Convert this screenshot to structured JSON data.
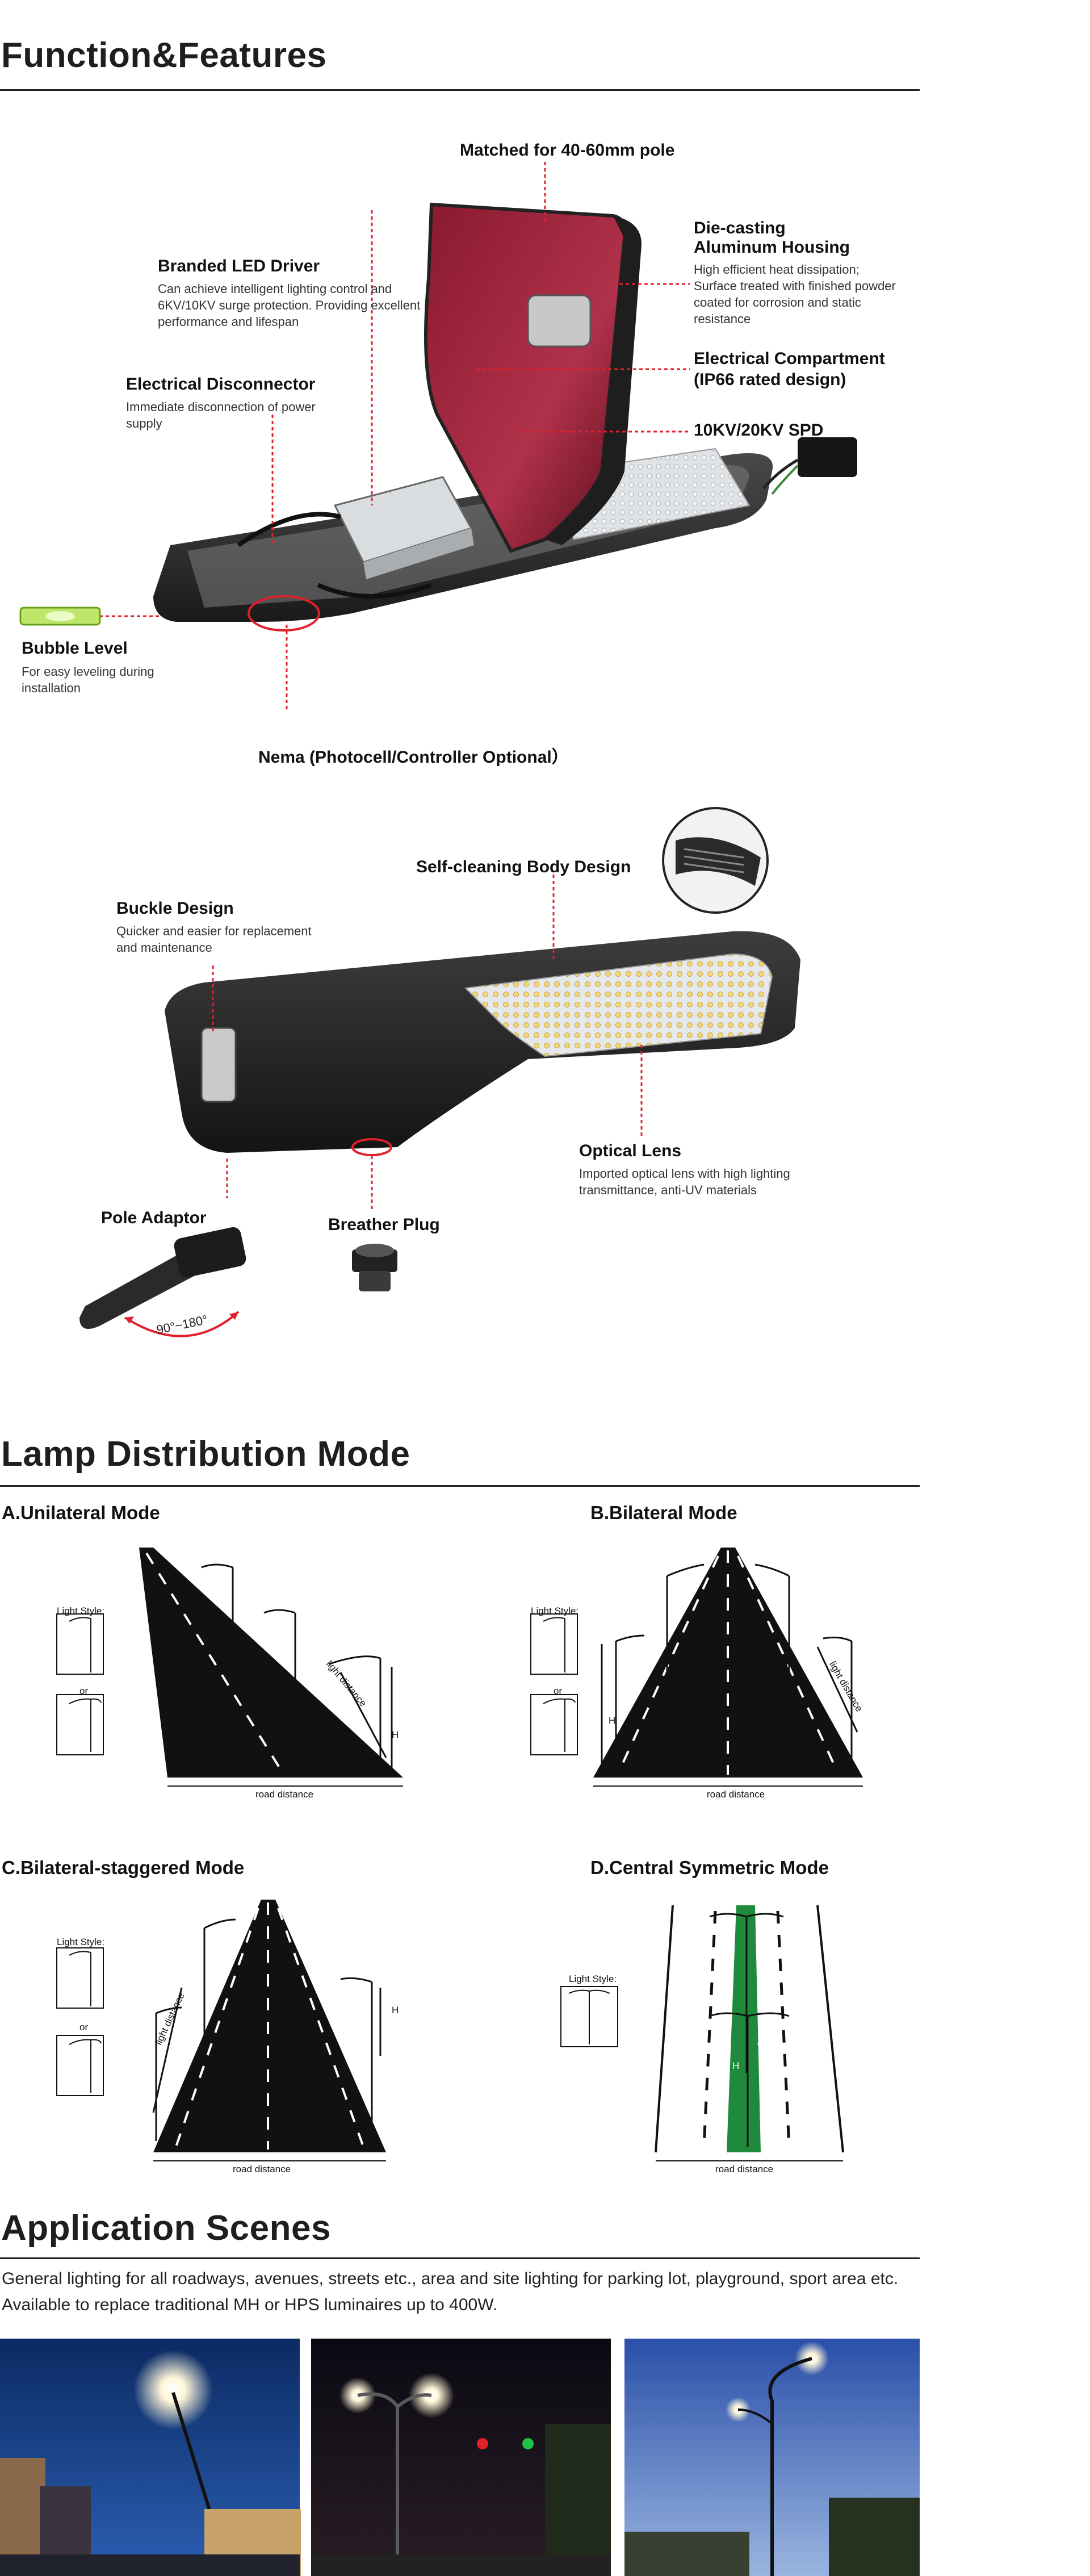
{
  "functions": {
    "title": "Function&Features",
    "callouts": {
      "pole": {
        "title": "Matched for 40-60mm pole"
      },
      "housing": {
        "title_line1": "Die-casting",
        "title_line2": "Aluminum Housing",
        "desc": "High efficient heat dissipation; Surface treated with finished powder coated for corrosion and static resistance"
      },
      "compartment": {
        "title_line1": "Electrical Compartment",
        "title_line2": "(IP66 rated design)"
      },
      "spd": {
        "title": "10KV/20KV SPD"
      },
      "driver": {
        "title": "Branded LED Driver",
        "desc": "Can achieve intelligent lighting control and 6KV/10KV surge protection. Providing excellent performance and lifespan"
      },
      "disconnector": {
        "title": "Electrical Disconnector",
        "desc": "Immediate disconnection of power supply"
      },
      "bubble": {
        "title": "Bubble Level",
        "desc": "For easy leveling during installation"
      },
      "nema": {
        "title": "Nema (Photocell/Controller Optional）"
      },
      "selfclean": {
        "title": "Self-cleaning Body Design"
      },
      "buckle": {
        "title": "Buckle Design",
        "desc": "Quicker and easier for replacement and maintenance"
      },
      "optical": {
        "title": "Optical Lens",
        "desc": "Imported optical lens with high lighting transmittance, anti-UV materials"
      },
      "adaptor": {
        "title": "Pole Adaptor",
        "angle": "90°~180°"
      },
      "breather": {
        "title": "Breather Plug"
      }
    }
  },
  "distribution": {
    "title": "Lamp Distribution Mode",
    "modes": {
      "a": {
        "title": "A.Unilateral Mode"
      },
      "b": {
        "title": "B.Bilateral Mode"
      },
      "c": {
        "title": "C.Bilateral-staggered Mode"
      },
      "d": {
        "title": "D.Central Symmetric Mode"
      }
    },
    "labels": {
      "light_style": "Light Style:",
      "or": "or",
      "road_distance": "road distance",
      "light_distance": "light distance",
      "h": "H"
    }
  },
  "application": {
    "title": "Application Scenes",
    "intro_line1": "General lighting for all roadways, avenues, streets etc., area and site lighting for parking lot, playground, sport area etc.",
    "intro_line2": "Available to replace traditional MH or HPS luminaires up to 400W."
  },
  "colors": {
    "accent_red": "#e0202a",
    "green_median": "#1f8a3b",
    "dark": "#1e1e1e"
  }
}
